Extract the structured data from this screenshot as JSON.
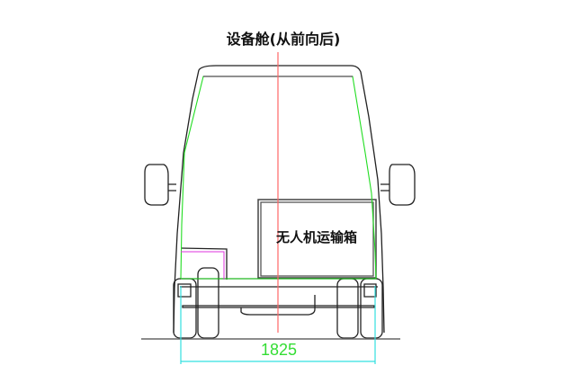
{
  "title": "设备舱(从前向后)",
  "box_label": "无人机运输箱",
  "width_dimension": "1825",
  "colors": {
    "outline": "#222222",
    "inner": "#22dd22",
    "centerline": "#ff6666",
    "dimension": "#33e0e0",
    "dim_text": "#33dd33",
    "cabinet": "#dd33dd"
  }
}
